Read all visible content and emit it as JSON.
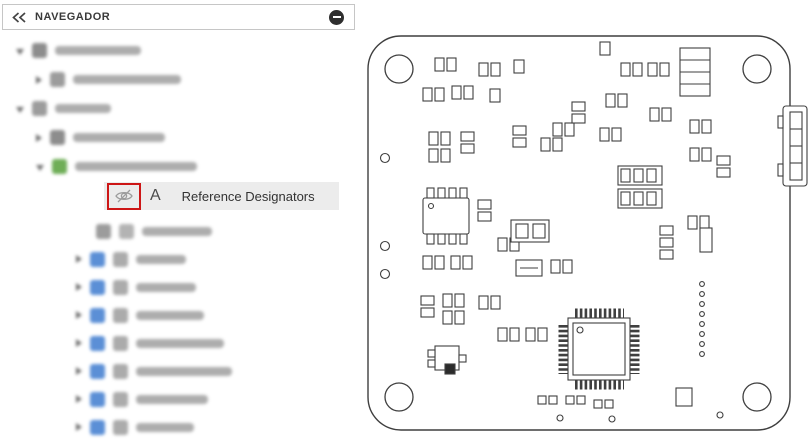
{
  "panel": {
    "title": "NAVEGADOR"
  },
  "highlight_row": {
    "label": "Reference Designators",
    "type_glyph": "A"
  },
  "colors": {
    "highlight_border": "#cd1616",
    "row_background": "#ececec",
    "blur_blue": "#5b8fd6",
    "blur_green": "#6fae57",
    "outline": "#3f3f3f"
  },
  "tree": {
    "rows_above": [
      {
        "x": 16,
        "arrow": "expanded",
        "icons": [
          "#8d8d8d"
        ],
        "bar": 86
      },
      {
        "x": 36,
        "arrow": "collapsed",
        "icons": [
          "#9c9c9c"
        ],
        "bar": 108
      },
      {
        "x": 16,
        "arrow": "expanded",
        "icons": [
          "#9c9c9c"
        ],
        "bar": 56
      },
      {
        "x": 36,
        "arrow": "collapsed",
        "icons": [
          "#8d8d8d"
        ],
        "bar": 92
      },
      {
        "x": 36,
        "arrow": "expanded",
        "icons": [
          "#6fae57"
        ],
        "bar": 122
      }
    ],
    "rows_below": [
      {
        "x": 96,
        "arrow": null,
        "icons": [
          "#9c9c9c",
          "#b3b3b3"
        ],
        "bar": 70
      },
      {
        "x": 76,
        "arrow": "collapsed",
        "icons": [
          "#5b8fd6",
          "#ababab"
        ],
        "bar": 50
      },
      {
        "x": 76,
        "arrow": "collapsed",
        "icons": [
          "#5b8fd6",
          "#ababab"
        ],
        "bar": 60
      },
      {
        "x": 76,
        "arrow": "collapsed",
        "icons": [
          "#5b8fd6",
          "#ababab"
        ],
        "bar": 68
      },
      {
        "x": 76,
        "arrow": "collapsed",
        "icons": [
          "#5b8fd6",
          "#ababab"
        ],
        "bar": 88
      },
      {
        "x": 76,
        "arrow": "collapsed",
        "icons": [
          "#5b8fd6",
          "#ababab"
        ],
        "bar": 96
      },
      {
        "x": 76,
        "arrow": "collapsed",
        "icons": [
          "#5b8fd6",
          "#ababab"
        ],
        "bar": 72
      },
      {
        "x": 76,
        "arrow": "collapsed",
        "icons": [
          "#5b8fd6",
          "#ababab"
        ],
        "bar": 58
      }
    ]
  }
}
